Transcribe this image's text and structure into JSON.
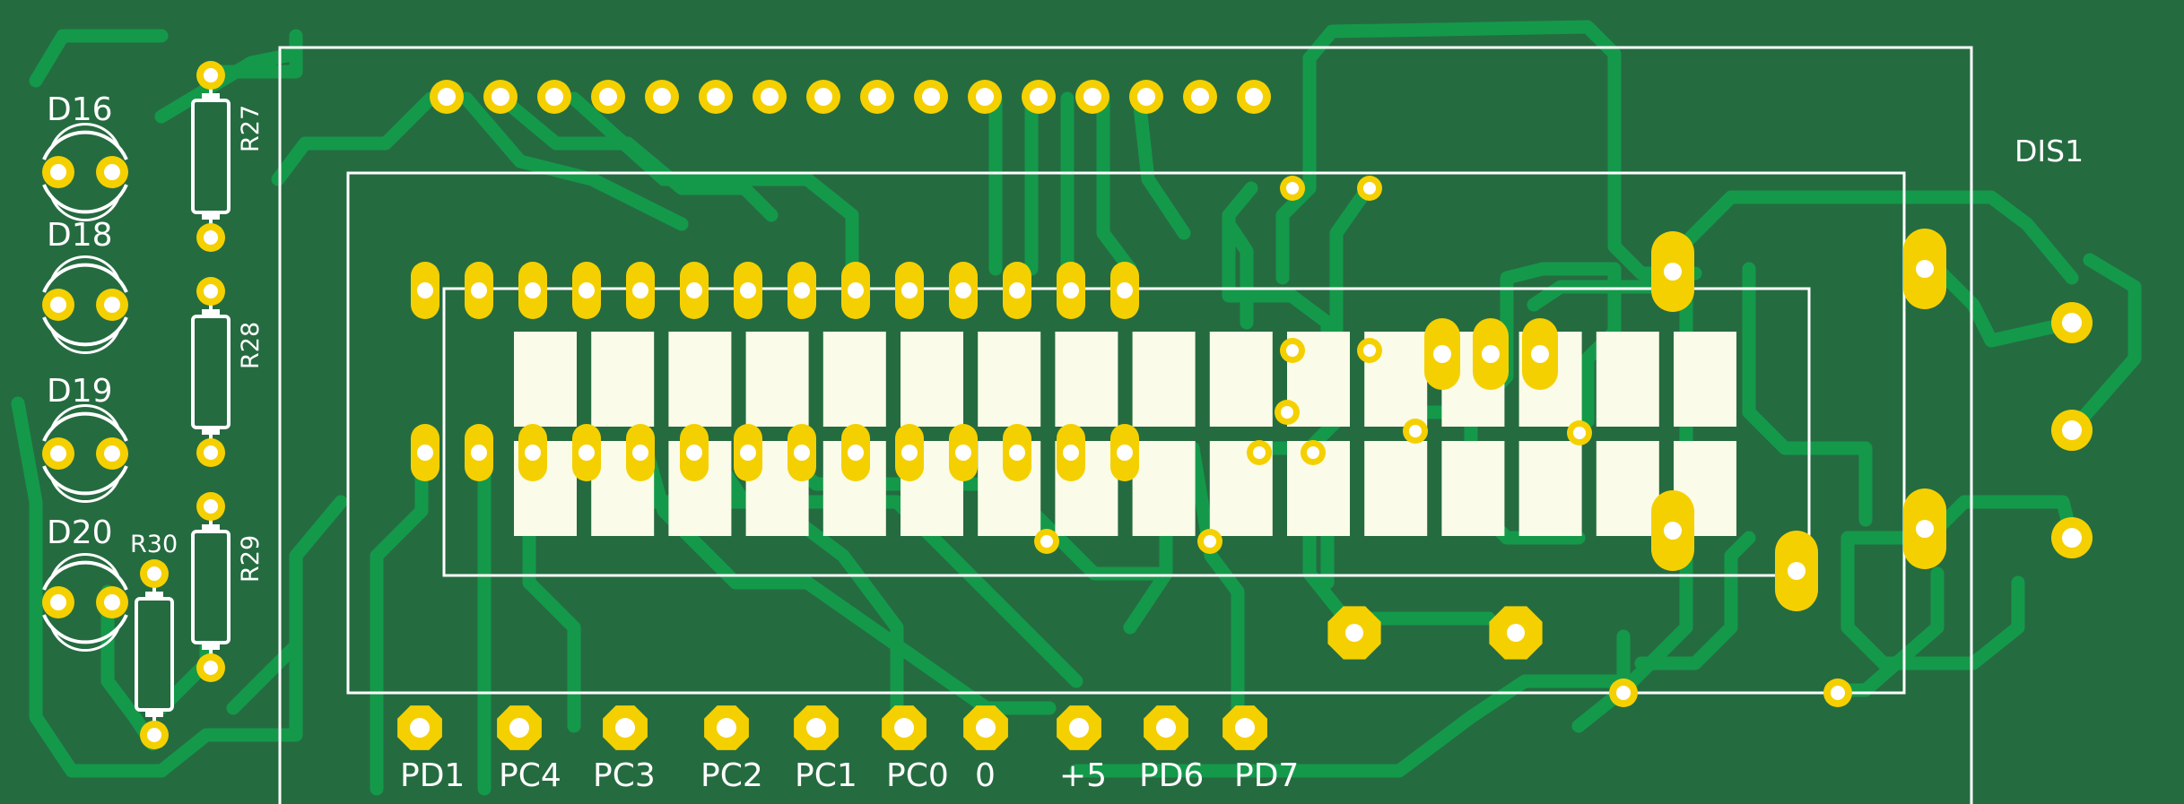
{
  "colors": {
    "board": "#256b40",
    "trace": "#14994a",
    "pad": "#f5d000",
    "drill": "#ffffff",
    "silkscreen": "#ffffff",
    "segment": "#fafbe8"
  },
  "board": {
    "display_designator": "DIS1"
  },
  "components": {
    "leds": [
      {
        "id": "d16",
        "label": "D16"
      },
      {
        "id": "d18",
        "label": "D18"
      },
      {
        "id": "d19",
        "label": "D19"
      },
      {
        "id": "d20",
        "label": "D20"
      }
    ],
    "resistors": [
      {
        "id": "r27",
        "label": "R27"
      },
      {
        "id": "r28",
        "label": "R28"
      },
      {
        "id": "r29",
        "label": "R29"
      },
      {
        "id": "r30",
        "label": "R30"
      }
    ]
  },
  "connector": {
    "pin_labels": [
      "PD1",
      "PC4",
      "PC3",
      "PC2",
      "PC1",
      "PC0",
      "0",
      "+5",
      "PD6",
      "PD7"
    ]
  },
  "lcd": {
    "columns": 16,
    "rows": 2
  }
}
